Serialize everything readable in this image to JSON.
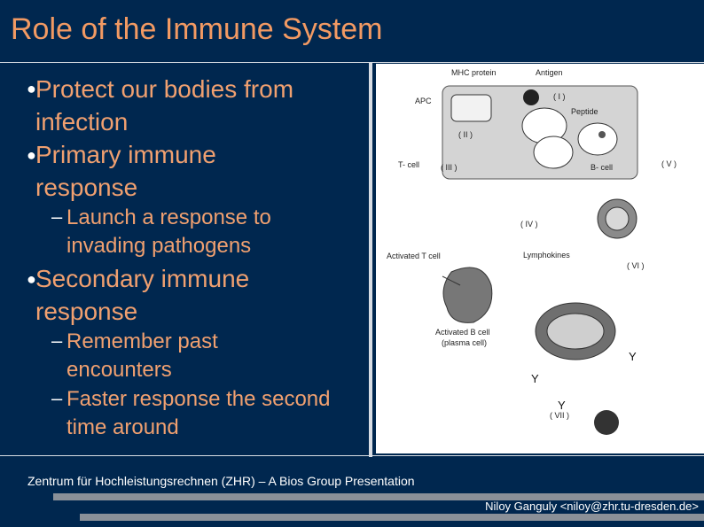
{
  "title": "Role of the Immune System",
  "bullets": {
    "b1": "Protect our bodies from infection",
    "b2": "Primary immune response",
    "b2_sub": "Launch a response to invading pathogens",
    "b3": "Secondary immune response",
    "b3_sub1": "Remember past encounters",
    "b3_sub2": "Faster response the second time around"
  },
  "diagram": {
    "mhc": "MHC protein",
    "antigen": "Antigen",
    "apc": "APC",
    "peptide": "Peptide",
    "tcell": "T- cell",
    "bcell": "B- cell",
    "activated_t": "Activated T cell",
    "lymphokines": "Lymphokines",
    "activated_b": "Activated B cell",
    "plasma": "(plasma cell)",
    "r1": "( I )",
    "r2": "( II )",
    "r3": "( III )",
    "r4": "( IV )",
    "r5": "( V )",
    "r6": "( VI )",
    "r7": "( VII )"
  },
  "footer": {
    "presentation": "Zentrum für Hochleistungsrechnen (ZHR) – A Bios Group Presentation",
    "author": "Niloy Ganguly <niloy@zhr.tu-dresden.de>"
  },
  "colors": {
    "background": "#00274f",
    "accent": "#f29a63"
  }
}
